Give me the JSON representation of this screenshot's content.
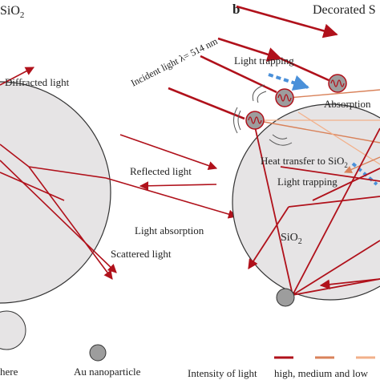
{
  "panel_a": {
    "title": "SiO",
    "title_sub": "2",
    "labels": {
      "diffracted": "Diffracted light",
      "reflected": "Reflected light",
      "absorption": "Light absorption",
      "scattered": "Scattered light"
    },
    "legend": {
      "sphere": "here",
      "nanoparticle": "Au nanoparticle"
    }
  },
  "panel_b": {
    "letter": "b",
    "title": "Decorated S",
    "labels": {
      "incident": "Incident light λ= 514 nm",
      "trapping_top": "Light trapping",
      "absorption": "Absorption",
      "heat_transfer": "Heat transfer to SiO",
      "heat_transfer_sub": "2",
      "trapping_mid": "Light trapping",
      "sio2": "SiO",
      "sio2_sub": "2"
    },
    "legend": {
      "intensity": "Intensity of light",
      "levels": "high, medium and low"
    }
  },
  "colors": {
    "high": "#b0111b",
    "medium": "#d9825a",
    "low": "#f2b08a",
    "sphere_fill": "#e6e4e5",
    "nanoparticle_fill": "#9d9d9d",
    "trapping_arrow": "#4a90d9"
  }
}
